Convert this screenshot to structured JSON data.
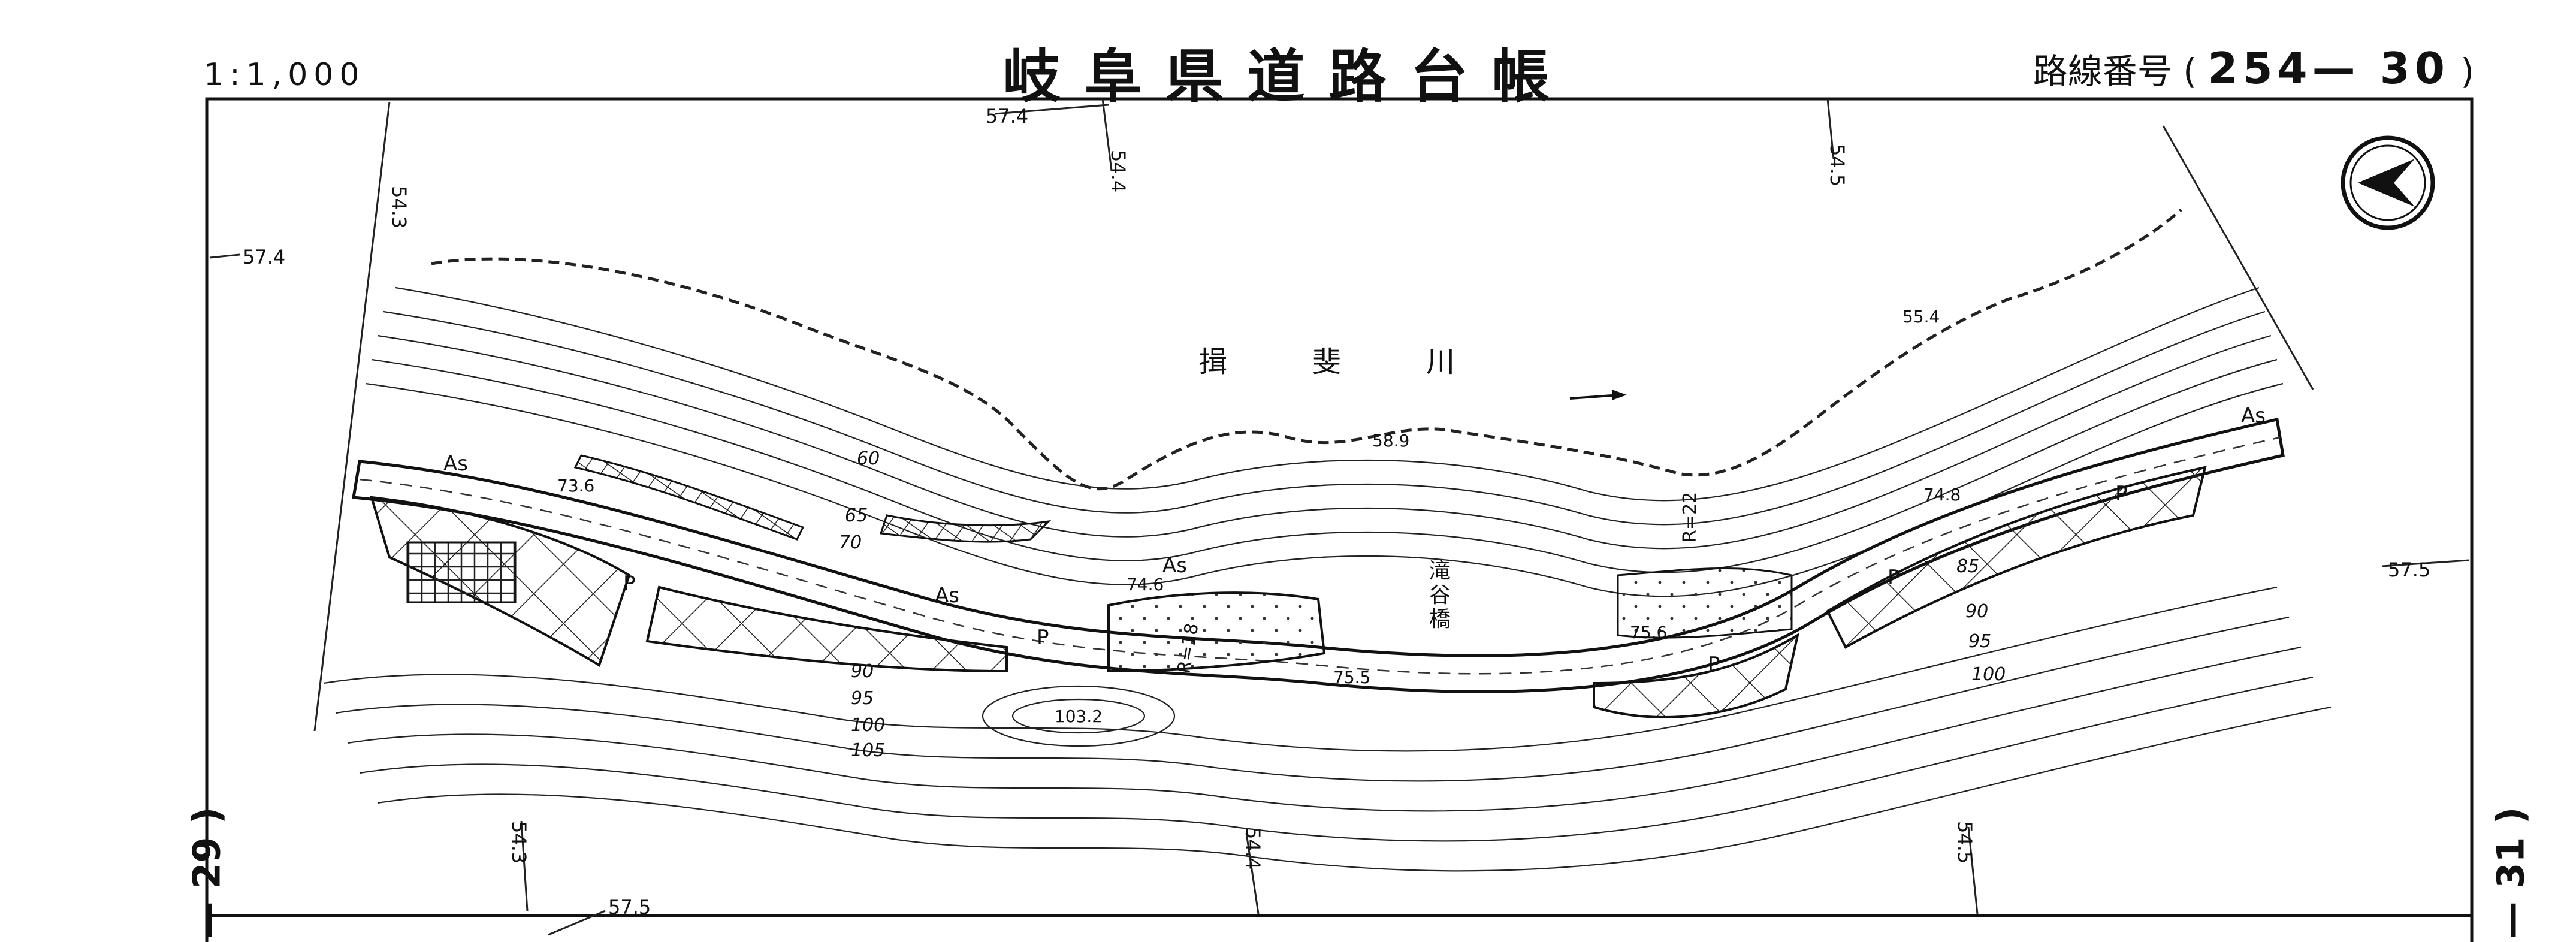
{
  "header": {
    "scale": "1:1,000",
    "title": "岐阜県道路台帳",
    "route_label": "路線番号",
    "route_open": "(",
    "route_number": "254— 30",
    "route_close": ")"
  },
  "sheets": {
    "left": "— 29 )",
    "right": "— 31 )"
  },
  "grid_labels": {
    "top_left_x": "54.3",
    "top_mid_y": "57.4",
    "top_mid_x": "54.4",
    "top_right_x": "54.5",
    "left_y": "57.4",
    "right_y": "57.5",
    "bottom_left_x": "54.3",
    "bottom_left_y": "57.5",
    "bottom_mid_x": "54.4",
    "bottom_right_x": "54.5"
  },
  "river": {
    "name_1": "揖",
    "name_2": "斐",
    "name_3": "川"
  },
  "bridge": {
    "name_1": "滝",
    "name_2": "谷",
    "name_3": "橋"
  },
  "contours": [
    "60",
    "65",
    "70",
    "85",
    "90",
    "95",
    "100",
    "105",
    "90",
    "95",
    "100"
  ],
  "spot_heights": [
    "73.6",
    "74.6",
    "75.5",
    "75.6",
    "74.8",
    "58.9",
    "55.4",
    "103.2"
  ],
  "road": {
    "surface_as": "As",
    "pavement_p": "P",
    "radius_1": "R=18",
    "radius_2": "R=22"
  }
}
